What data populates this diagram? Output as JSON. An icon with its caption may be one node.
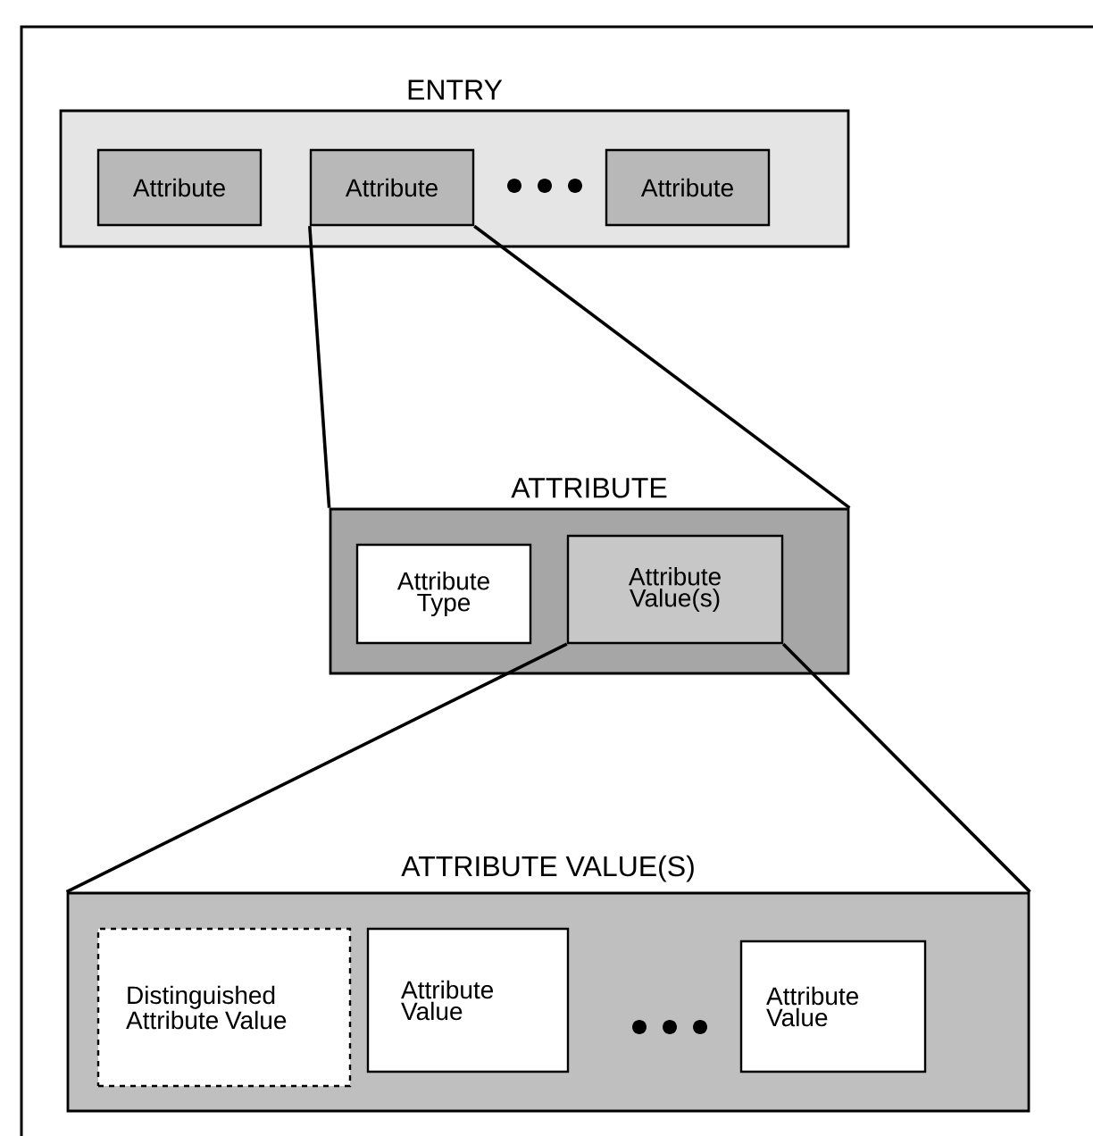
{
  "diagram": {
    "nodes": [
      {
        "text": [
          "ENTRY"
        ]
      },
      {
        "text": [
          "Attribute"
        ],
        "in": 0
      },
      {
        "text": [
          "Attribute"
        ],
        "in": 0
      },
      {
        "text": [
          "Attribute"
        ],
        "in": 0
      },
      {
        "text": [
          "ATTRIBUTE"
        ]
      },
      {
        "text": [
          "Attribute Type"
        ],
        "in": 4
      },
      {
        "text": [
          "Attribute Value(s)"
        ],
        "in": 4
      },
      {
        "text": [
          "ATTRIBUTE VALUE(S)"
        ]
      },
      {
        "text": [
          "Distinguished Attribute Value"
        ],
        "in": 7
      },
      {
        "text": [
          "Attribute Value"
        ],
        "in": 7
      },
      {
        "text": [
          "Attribute Value"
        ],
        "in": 7
      }
    ],
    "edges": [
      {
        "from": 2,
        "to": 4,
        "arrow": "none"
      },
      {
        "from": 2,
        "to": 4,
        "arrow": "none"
      },
      {
        "from": 6,
        "to": 7,
        "arrow": "none"
      },
      {
        "from": 6,
        "to": 7,
        "arrow": "none"
      }
    ]
  }
}
